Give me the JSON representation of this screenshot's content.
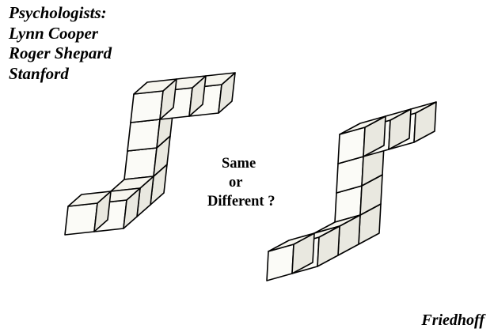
{
  "credits": {
    "heading": "Psychologists:",
    "names": [
      "Lynn Cooper",
      "Roger Shepard",
      "Stanford"
    ]
  },
  "question": {
    "line1": "Same",
    "line2": "or",
    "line3": "Different ?"
  },
  "source": "Friedhoff",
  "colors": {
    "ink": "#000000",
    "cube_top": "#f6f5ee",
    "cube_front": "#fbfbf7",
    "cube_side": "#e9e8e0",
    "background": "#ffffff"
  }
}
